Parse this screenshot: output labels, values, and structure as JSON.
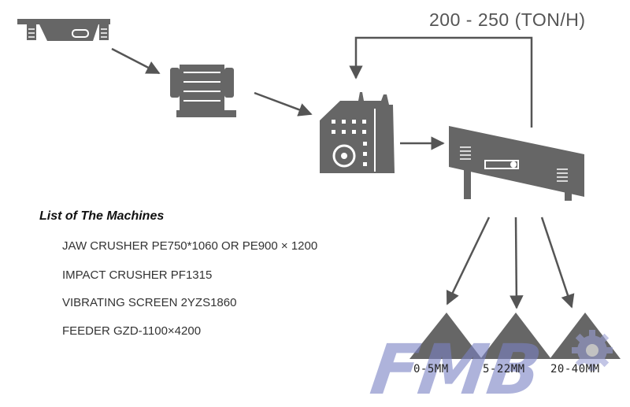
{
  "capacity_label": "200 - 250 (TON/H)",
  "machines": {
    "title": "List of The Machines",
    "items": [
      "JAW CRUSHER PE750*1060 OR PE900 × 1200",
      "IMPACT CRUSHER PF1315",
      "VIBRATING SCREEN 2YZS1860",
      "FEEDER GZD-1100×4200"
    ]
  },
  "output_sizes": [
    "0-5MM",
    "5-22MM",
    "20-40MM"
  ],
  "watermark": "FMB",
  "colors": {
    "machine": "#666666",
    "arrow": "#555555",
    "watermark": "#7a82c4"
  }
}
